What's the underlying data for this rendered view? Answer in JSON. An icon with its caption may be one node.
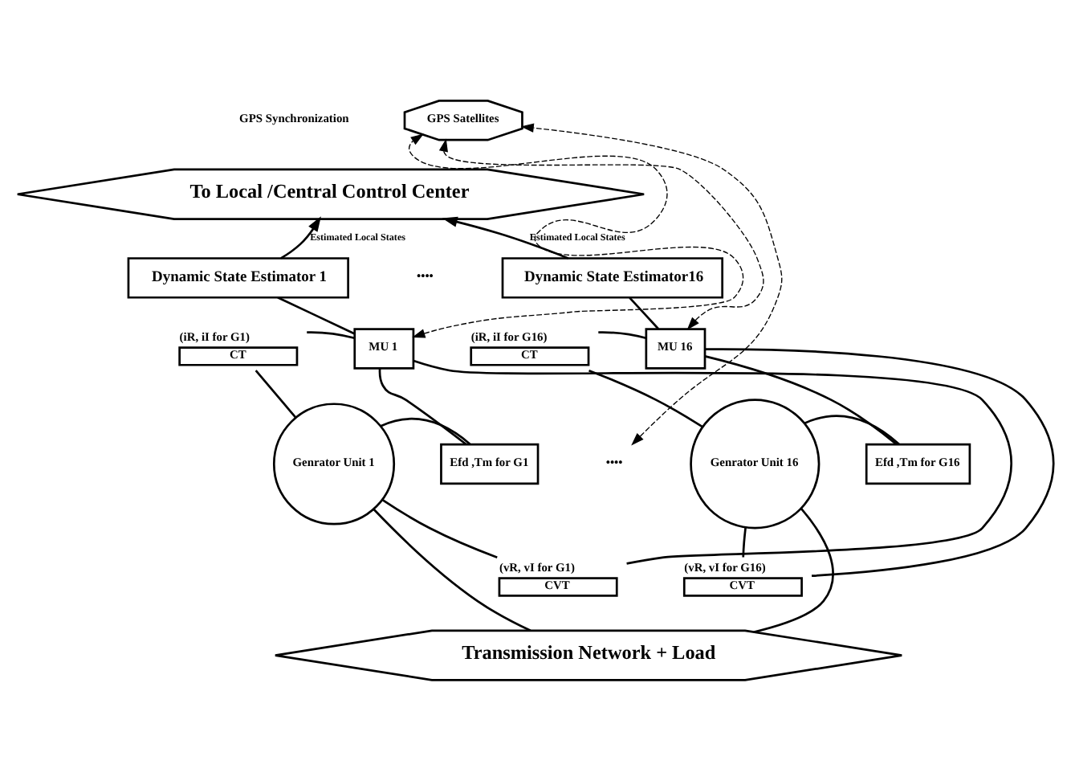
{
  "diagram": {
    "nodes": [
      {
        "text": [
          "GPS Satellites"
        ]
      },
      {
        "text": [
          "To Local /Central Control Center"
        ]
      },
      {
        "text": [
          "Dynamic State Estimator 1"
        ]
      },
      {
        "text": [
          "Genrator Unit 1"
        ]
      },
      {
        "text": [
          "CT"
        ],
        "beside": [
          "(iR, iI for G1)"
        ]
      },
      {
        "text": [
          "MU 1"
        ]
      },
      {
        "text": [
          "Efd ,Tm for G1"
        ]
      },
      {
        "text": [
          "CVT"
        ],
        "beside": [
          "(vR, vI for G1)"
        ]
      },
      {
        "text": [
          "Dynamic State Estimator16"
        ]
      },
      {
        "text": [
          "Genrator Unit 16"
        ]
      },
      {
        "text": [
          "CT"
        ],
        "beside": [
          "(iR, iI for G16)"
        ]
      },
      {
        "text": [
          "MU 16"
        ]
      },
      {
        "text": [
          "Efd ,Tm for G16"
        ]
      },
      {
        "text": [
          "CVT"
        ],
        "beside": [
          "(vR, vI for G16)"
        ]
      },
      {
        "text": [
          "••••"
        ]
      },
      {
        "text": [
          "Transmission Network + Load"
        ]
      }
    ],
    "edges": [
      {
        "from": 2,
        "to": 1,
        "arrow": "to",
        "label": "Estimated Local States"
      },
      {
        "from": 8,
        "to": 1,
        "arrow": "to",
        "label": "Estimated Local States"
      },
      {
        "from": 5,
        "to": 0,
        "arrow": "both",
        "style": "dashed"
      },
      {
        "from": 14,
        "to": 0,
        "arrow": "both",
        "style": "dashed"
      },
      {
        "from": 11,
        "to": 0,
        "arrow": "both",
        "style": "dashed"
      },
      {
        "from": 5,
        "to": 2,
        "arrow": "none"
      },
      {
        "from": 3,
        "to": 4,
        "arrow": "none"
      },
      {
        "from": 4,
        "to": 5,
        "arrow": "none"
      },
      {
        "from": 3,
        "to": 6,
        "arrow": "none"
      },
      {
        "from": 6,
        "to": 5,
        "arrow": "none"
      },
      {
        "from": 3,
        "to": 7,
        "arrow": "none"
      },
      {
        "from": 7,
        "to": 5,
        "arrow": "none"
      },
      {
        "from": 3,
        "to": 15,
        "arrow": "none"
      },
      {
        "from": 11,
        "to": 8,
        "arrow": "none"
      },
      {
        "from": 9,
        "to": 10,
        "arrow": "none"
      },
      {
        "from": 10,
        "to": 11,
        "arrow": "none"
      },
      {
        "from": 9,
        "to": 12,
        "arrow": "none"
      },
      {
        "from": 12,
        "to": 11,
        "arrow": "none"
      },
      {
        "from": 9,
        "to": 13,
        "arrow": "none"
      },
      {
        "from": 13,
        "to": 11,
        "arrow": "none"
      },
      {
        "from": 9,
        "to": 15,
        "arrow": "none"
      }
    ],
    "labels": [
      "GPS Synchronization",
      "••••"
    ]
  }
}
